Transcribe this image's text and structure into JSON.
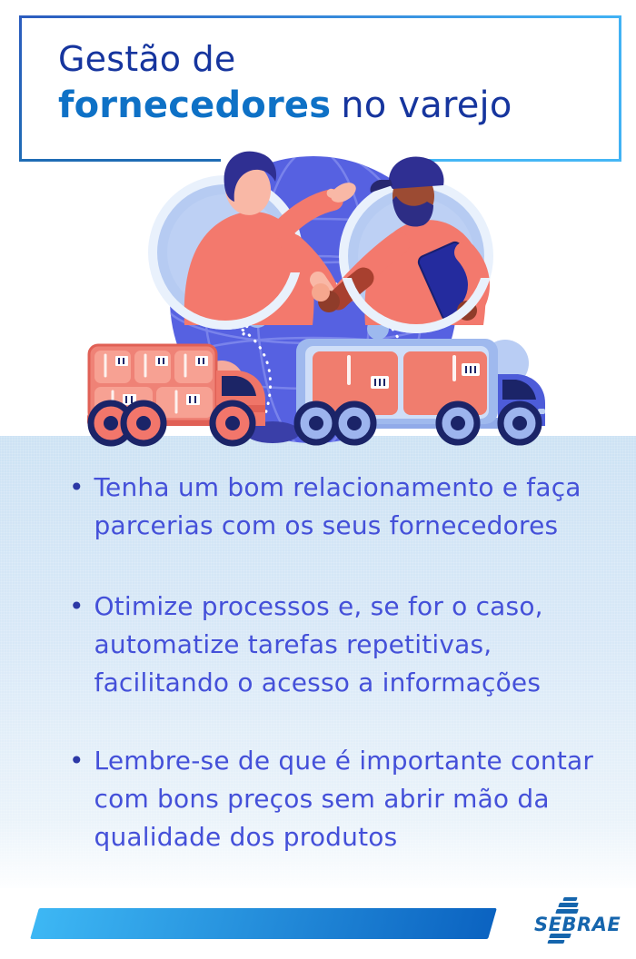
{
  "header": {
    "title_regular": "Gestão de",
    "title_bold": "fornecedores",
    "title_suffix": "no varejo"
  },
  "illustration": {
    "description": "Duas pessoas apertando as mãos através de portais sobre um globo, com dois caminhões de carga transportando caixas",
    "icons": [
      "globe-icon",
      "handshake-icon",
      "left-portal",
      "right-portal",
      "cargo-truck-red-icon",
      "cargo-truck-blue-icon"
    ]
  },
  "bullets": {
    "marker": "•",
    "items": [
      {
        "text": "Tenha um bom relacionamento e faça\nparcerias com os seus fornecedores"
      },
      {
        "text": "Otimize processos e, se for o caso,\nautomatize tarefas repetitivas,\nfacilitando o acesso a informações"
      },
      {
        "text": "Lembre-se de que é importante contar\ncom bons preços sem abrir mão da\nqualidade dos produtos"
      }
    ]
  },
  "footer": {
    "brand": "SEBRAE"
  },
  "colors": {
    "title_dark_blue": "#16359e",
    "title_accent_blue": "#0e71c6",
    "bullet_text_blue": "#4450d9",
    "border_gradient_start": "#2b5cbe",
    "border_gradient_end": "#41b2f4",
    "section_bg": "#cde2f4",
    "footer_gradient_start": "#3db7f4",
    "footer_gradient_end": "#0b63c1",
    "brand_blue": "#1565ad",
    "globe_purple": "#5661e1",
    "coral": "#f3796d",
    "navy": "#1b2468"
  }
}
